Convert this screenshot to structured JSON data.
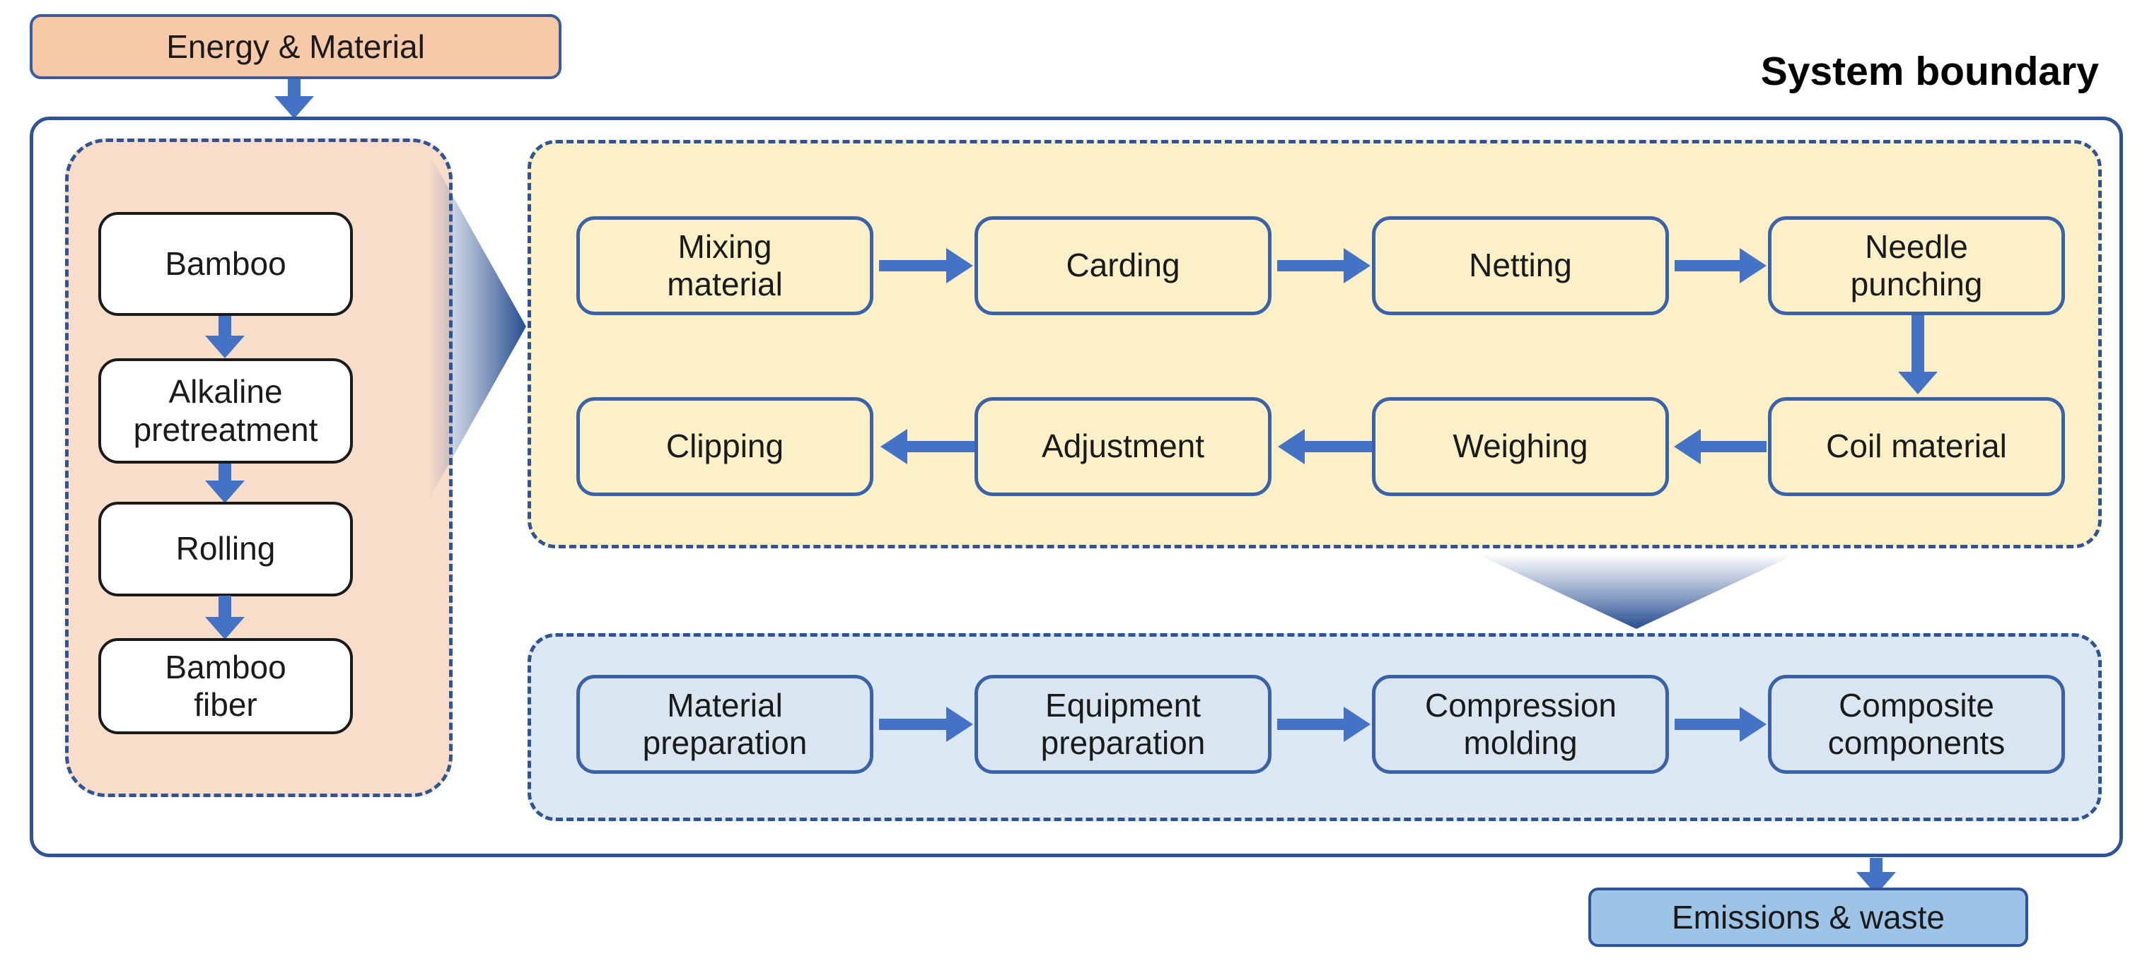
{
  "diagram_title": "System boundary",
  "inputs_outputs": {
    "input_label": "Energy & Material",
    "output_label": "Emissions & waste"
  },
  "stages": {
    "fiber_preparation": {
      "nodes": [
        "Bamboo",
        "Alkaline pretreatment",
        "Rolling",
        "Bamboo fiber"
      ]
    },
    "mat_forming": {
      "row1": [
        "Mixing material",
        "Carding",
        "Netting",
        "Needle punching"
      ],
      "row2": [
        "Clipping",
        "Adjustment",
        "Weighing",
        "Coil material"
      ],
      "flow_note": "row1 flows left-to-right, then down, row2 flows right-to-left"
    },
    "compression_molding": {
      "nodes": [
        "Material preparation",
        "Equipment preparation",
        "Compression molding",
        "Composite components"
      ]
    }
  },
  "colors": {
    "arrow_blue": "#4472C4",
    "navy_border": "#2F5496",
    "node_border_blue": "#3A62A8",
    "peach_fill": "#F6C9A9",
    "pink_panel_fill": "#F8DDCA",
    "cream_fill": "#FCF0C9",
    "light_blue_panel_fill": "#DCE8F4",
    "light_blue_node_fill": "#D9E6F2",
    "emissions_fill": "#9DC3E6",
    "white_node_border": "#1A1A1A",
    "text": "#1A1A1A"
  }
}
